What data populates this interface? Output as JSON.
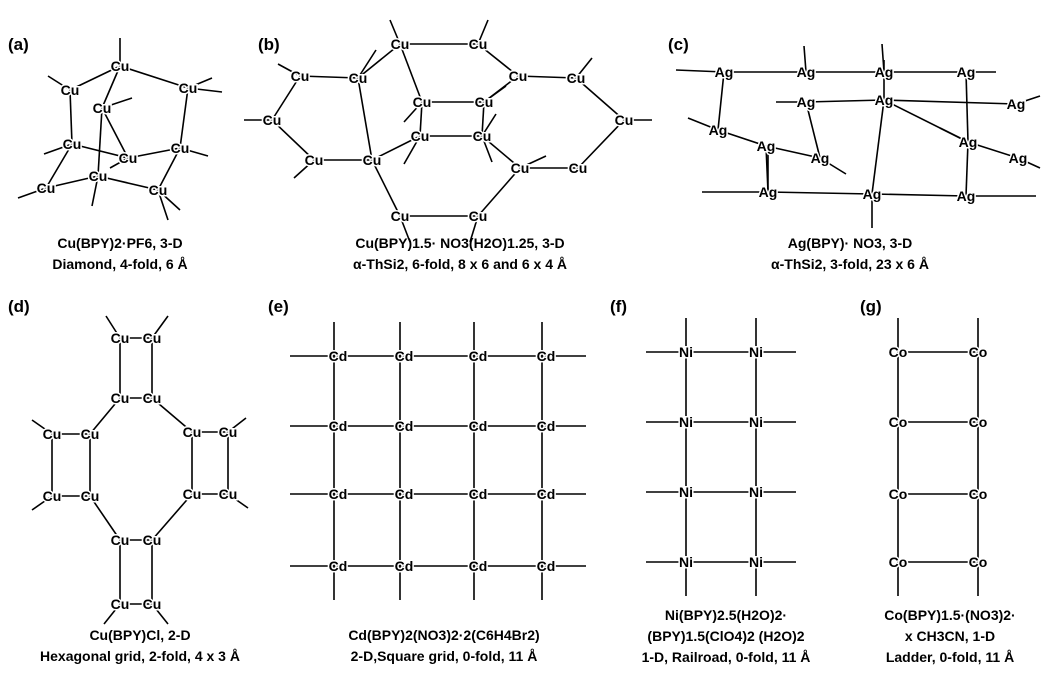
{
  "panels": [
    {
      "id": "a",
      "label": "(a)",
      "atom": "Cu",
      "caption": [
        "Cu(BPY)2·PF6, 3-D",
        "Diamond, 4-fold, 6 Å"
      ]
    },
    {
      "id": "b",
      "label": "(b)",
      "atom": "Cu",
      "caption": [
        "Cu(BPY)1.5· NO3(H2O)1.25, 3-D",
        "α-ThSi2, 6-fold, 8 x 6 and 6 x 4 Å"
      ]
    },
    {
      "id": "c",
      "label": "(c)",
      "atom": "Ag",
      "caption": [
        "Ag(BPY)· NO3, 3-D",
        "α-ThSi2, 3-fold, 23 x 6 Å"
      ]
    },
    {
      "id": "d",
      "label": "(d)",
      "atom": "Cu",
      "caption": [
        "Cu(BPY)Cl, 2-D",
        "Hexagonal grid, 2-fold, 4 x 3 Å"
      ]
    },
    {
      "id": "e",
      "label": "(e)",
      "atom": "Cd",
      "caption": [
        "Cd(BPY)2(NO3)2·2(C6H4Br2)",
        "2-D,Square grid, 0-fold, 11 Å"
      ]
    },
    {
      "id": "f",
      "label": "(f)",
      "atom": "Ni",
      "caption": [
        "Ni(BPY)2.5(H2O)2·",
        "(BPY)1.5(ClO4)2 (H2O)2",
        "1-D, Railroad, 0-fold, 11 Å"
      ]
    },
    {
      "id": "g",
      "label": "(g)",
      "atom": "Co",
      "caption": [
        "Co(BPY)1.5·(NO3)2·",
        "x CH3CN, 1-D",
        "Ladder, 0-fold, 11 Å"
      ]
    }
  ]
}
